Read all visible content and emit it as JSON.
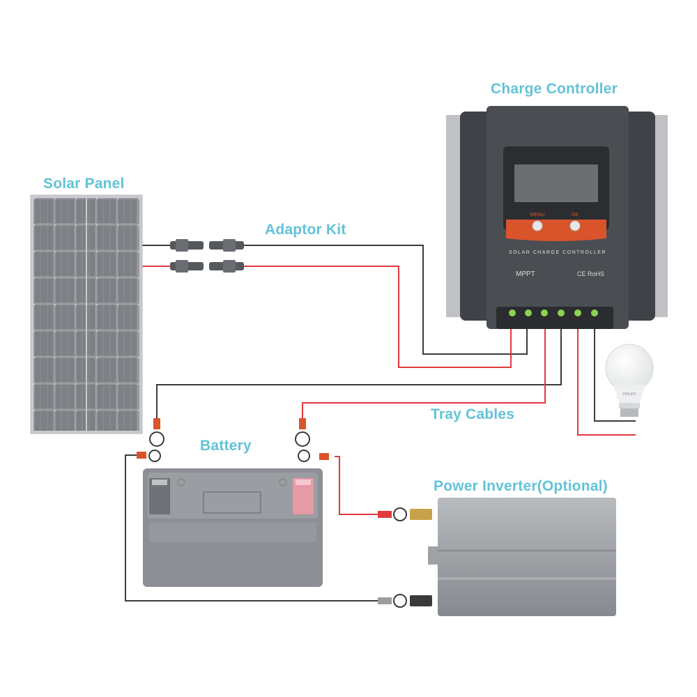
{
  "labels": {
    "charge_controller": "Charge Controller",
    "solar_panel": "Solar Panel",
    "adaptor_kit": "Adaptor Kit",
    "tray_cables": "Tray Cables",
    "battery": "Battery",
    "power_inverter": "Power Inverter(Optional)"
  },
  "controller": {
    "menu_label": "MENU",
    "ok_label": "OK",
    "model_text": "SOLAR CHARGE CONTROLLER",
    "mppt_text": "MPPT",
    "cert_text": "CE RoHS"
  },
  "bulb": {
    "brand_text": "PHILIPS"
  },
  "colors": {
    "label": "#62c3d9",
    "positive_wire": "#e0393e",
    "negative_wire": "#3a3a3a",
    "controller_body": "#4a4d52",
    "controller_accent": "#d9542b",
    "terminal_led": "#8fd14f"
  }
}
